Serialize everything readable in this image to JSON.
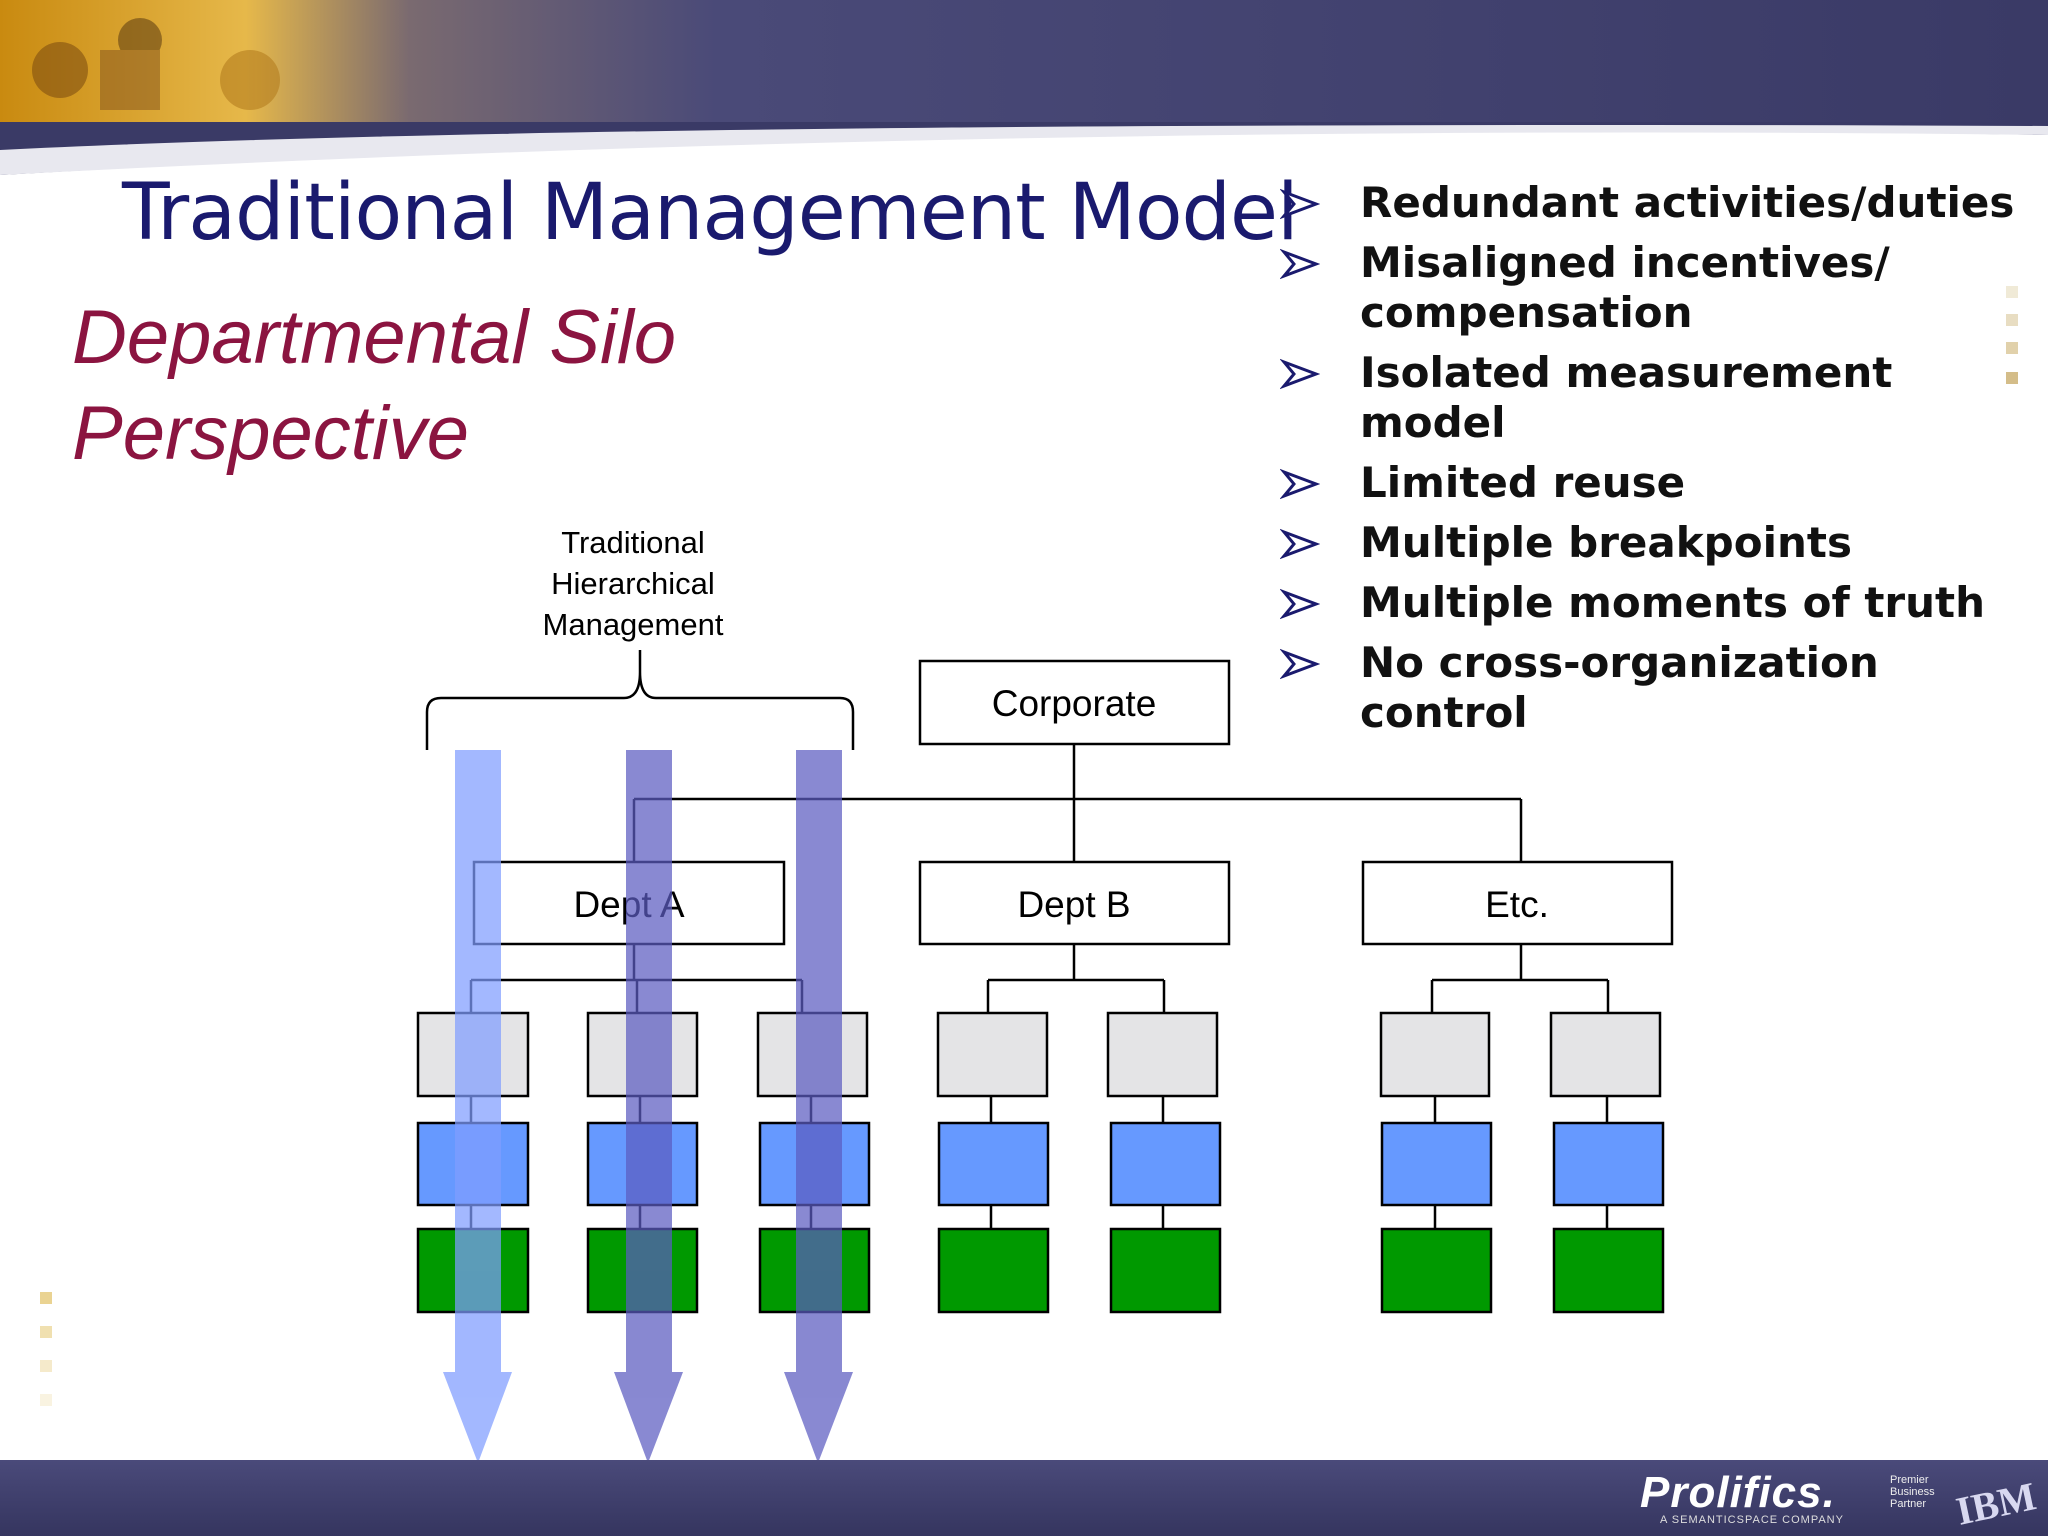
{
  "slide": {
    "title": "Traditional Management Model",
    "subtitle_line1": "Departmental Silo",
    "subtitle_line2": "Perspective"
  },
  "bullets": [
    {
      "line1": "Redundant activities/duties",
      "line2": ""
    },
    {
      "line1": "Misaligned incentives/",
      "line2": "compensation"
    },
    {
      "line1": "Isolated measurement",
      "line2": "model"
    },
    {
      "line1": "Limited reuse",
      "line2": ""
    },
    {
      "line1": "Multiple breakpoints",
      "line2": ""
    },
    {
      "line1": "Multiple moments of truth",
      "line2": ""
    },
    {
      "line1": "No cross-organization",
      "line2": "control"
    }
  ],
  "diagram": {
    "brace_label": [
      "Traditional",
      "Hierarchical",
      "Management"
    ],
    "corporate": "Corporate",
    "departments": [
      "Dept A",
      "Dept B",
      "Etc."
    ]
  },
  "colors": {
    "title": "#1a1a6e",
    "subtitle": "#8b1440",
    "gray_box": "#e4e4e6",
    "blue_box": "#6699ff",
    "green_box": "#009900",
    "arrow_light": "#8aa6ff",
    "arrow_dark": "#6f6fcc"
  },
  "footer": {
    "logo": "Prolifics.",
    "tagline": "A SEMANTICSPACE COMPANY",
    "partner": [
      "Premier",
      "Business",
      "Partner"
    ],
    "ibm": "IBM"
  }
}
